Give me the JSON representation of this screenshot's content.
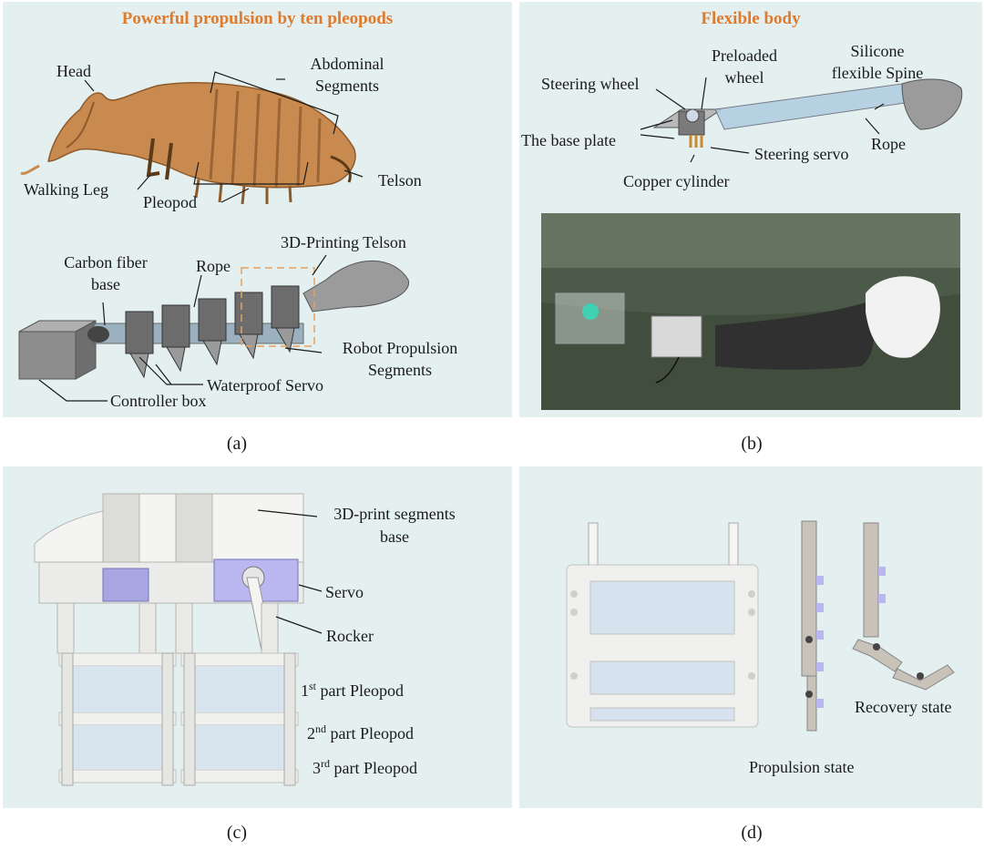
{
  "panel_a": {
    "title": "Powerful propulsion by ten pleopods",
    "labels": {
      "head": "Head",
      "abdominal_1": "Abdominal",
      "abdominal_2": "Segments",
      "telson": "Telson",
      "walking_leg": "Walking Leg",
      "pleopod": "Pleopod",
      "printing_telson": "3D-Printing Telson",
      "carbon_1": "Carbon fiber",
      "carbon_2": "base",
      "rope": "Rope",
      "robot_prop_1": "Robot Propulsion",
      "robot_prop_2": "Segments",
      "waterproof_servo": "Waterproof Servo",
      "controller_box": "Controller box"
    },
    "caption": "(a)"
  },
  "panel_b": {
    "title": "Flexible body",
    "labels": {
      "preloaded_1": "Preloaded",
      "preloaded_2": "wheel",
      "silicone_1": "Silicone",
      "silicone_2": "flexible Spine",
      "steering_wheel": "Steering wheel",
      "base_plate": "The base plate",
      "steering_servo": "Steering servo",
      "rope": "Rope",
      "copper": "Copper cylinder"
    },
    "caption": "(b)"
  },
  "panel_c": {
    "labels": {
      "seg_base_1": "3D-print segments",
      "seg_base_2": "base",
      "servo": "Servo",
      "rocker": "Rocker",
      "p1_num": "1",
      "p1_sup": "st",
      "p1_text": " part Pleopod",
      "p2_num": "2",
      "p2_sup": "nd",
      "p2_text": " part Pleopod",
      "p3_num": "3",
      "p3_sup": "rd",
      "p3_text": " part Pleopod"
    },
    "caption": "(c)"
  },
  "panel_d": {
    "labels": {
      "recovery": "Recovery state",
      "propulsion": "Propulsion state"
    },
    "caption": "(d)"
  },
  "colors": {
    "panel_bg": "#e4f0f0",
    "title_orange": "#e07a2c",
    "servo_violet": "#b9b6f0",
    "mantis_body": "#c98a4f",
    "water_dark": "#3c4a3c"
  }
}
